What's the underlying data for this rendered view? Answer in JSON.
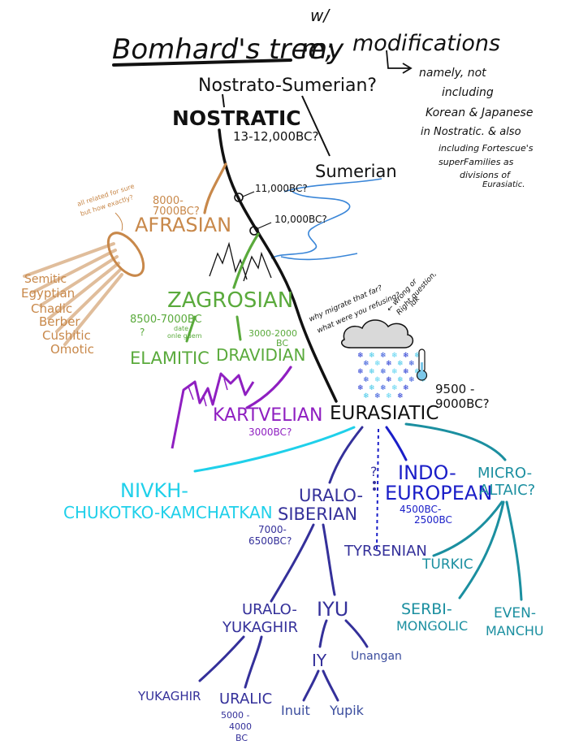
{
  "title": {
    "main": "Bomhard's tree;",
    "my": "my",
    "wslash": "w/",
    "modifications": "modifications"
  },
  "note": {
    "lines": [
      "namely, not",
      "including",
      "Korean & Japanese",
      "in Nostratic. & also",
      "including Fortescue's",
      "superFamilies as",
      "divisions of",
      "Eurasiatic."
    ]
  },
  "nodes": {
    "nostrato_sumerian": "Nostrato-Sumerian?",
    "nostratic": "NOSTRATIC",
    "nostratic_date": "13-12,000BC?",
    "sumerian": "Sumerian",
    "split_11000": "11,000BC?",
    "split_10000": "10,000BC?",
    "afrasian": "AFRASIAN",
    "afrasian_date_1": "8000-",
    "afrasian_date_2": "7000BC?",
    "afrasian_note_1": "all related for sure",
    "afrasian_note_2": "but how exactly?",
    "afrasian_children": [
      "Semitic",
      "Egyptian",
      "Chadic",
      "Berber",
      "Cushitic",
      "Omotic"
    ],
    "zagrosian": "ZAGROSIAN",
    "zagrosian_date": "8500-7000BC",
    "zagrosian_q": "?",
    "zagrosian_note_1": "date",
    "zagrosian_note_2": "onle guem",
    "elamitic": "ELAMITIC",
    "dravidian": "DRAVIDIAN",
    "dravidian_date": "3000-2000",
    "dravidian_date_2": "BC",
    "migrate_note_1": "why migrate that far?",
    "migrate_note_2": "what were you refusing?",
    "wrong_note_1": "← wrong or",
    "wrong_note_2": "Right question,",
    "wrong_note_3": "idk",
    "kartvelian": "KARTVELIAN",
    "kartvelian_date": "3000BC?",
    "eurasiatic": "EURASIATIC",
    "eurasiatic_date_1": "9500 -",
    "eurasiatic_date_2": "9000BC?",
    "nivkh_1": "NIVKH-",
    "nivkh_2": "CHUKOTKO-KAMCHATKAN",
    "uralo_siberian_1": "URALO-",
    "uralo_siberian_2": "SIBERIAN",
    "uralo_siberian_date_1": "7000-",
    "uralo_siberian_date_2": "6500BC?",
    "indo_european_1": "INDO-",
    "indo_european_2": "EUROPEAN",
    "indo_european_date_1": "4500BC-",
    "indo_european_date_2": "2500BC",
    "ie_question": "?",
    "tyrsenian": "TYRSENIAN",
    "micro_altaic_1": "MICRO-",
    "micro_altaic_2": "ALTAIC?",
    "turkic": "TURKIC",
    "serbi_mongolic_1": "SERBI-",
    "serbi_mongolic_2": "MONGOLIC",
    "even_manchu_1": "EVEN-",
    "even_manchu_2": "MANCHU",
    "uralo_yukaghir_1": "URALO-",
    "uralo_yukaghir_2": "YUKAGHIR",
    "iyu": "IYU",
    "iy": "IY",
    "unangan": "Unangan",
    "yukaghir": "YUKAGHIR",
    "uralic": "URALIC",
    "uralic_date_1": "5000 -",
    "uralic_date_2": "4000",
    "uralic_date_3": "BC",
    "inuit": "Inuit",
    "yupik": "Yupik"
  },
  "colors": {
    "black": "#111111",
    "afrasian": "#c8884a",
    "zagrosian": "#5aaa3c",
    "kartvelian": "#8f1fc1",
    "nivkh": "#1fd0ea",
    "uralic": "#34309a",
    "indo_european": "#1a1ec8",
    "altaic": "#1b8fa0",
    "river": "#3a86d8"
  }
}
